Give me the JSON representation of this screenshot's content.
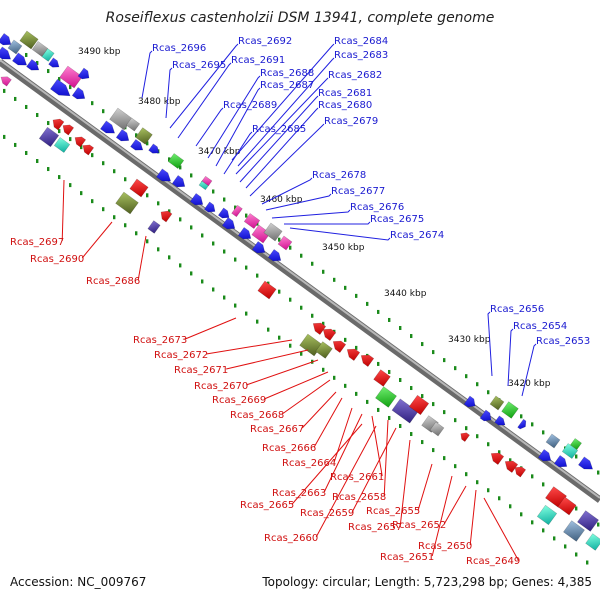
{
  "title": "Roseiflexus castenholzii DSM 13941, complete genome",
  "footer": {
    "accession": "Accession: NC_009767",
    "summary": "Topology: circular; Length: 5,723,298 bp; Genes: 4,385"
  },
  "scale_labels": [
    "3490 kbp",
    "3480 kbp",
    "3470 kbp",
    "3460 kbp",
    "3450 kbp",
    "3440 kbp",
    "3430 kbp",
    "3420 kbp"
  ],
  "blue_labels": [
    "Rcas_2696",
    "Rcas_2692",
    "Rcas_2684",
    "Rcas_2683",
    "Rcas_2695",
    "Rcas_2691",
    "Rcas_2688",
    "Rcas_2682",
    "Rcas_2687",
    "Rcas_2681",
    "Rcas_2689",
    "Rcas_2680",
    "Rcas_2679",
    "Rcas_2685",
    "Rcas_2678",
    "Rcas_2677",
    "Rcas_2676",
    "Rcas_2675",
    "Rcas_2674",
    "Rcas_2656",
    "Rcas_2654",
    "Rcas_2653"
  ],
  "red_labels": [
    "Rcas_2697",
    "Rcas_2690",
    "Rcas_2686",
    "Rcas_2673",
    "Rcas_2672",
    "Rcas_2671",
    "Rcas_2670",
    "Rcas_2669",
    "Rcas_2668",
    "Rcas_2667",
    "Rcas_2666",
    "Rcas_2664",
    "Rcas_2661",
    "Rcas_2663",
    "Rcas_2665",
    "Rcas_2658",
    "Rcas_2659",
    "Rcas_2655",
    "Rcas_2657",
    "Rcas_2652",
    "Rcas_2660",
    "Rcas_2650",
    "Rcas_2651",
    "Rcas_2649"
  ],
  "colors": {
    "backbone": "#8a8a8a",
    "forward_cds": "#0a0ae6",
    "reverse_cds": "#ee1111",
    "tick": "#1a8a1a"
  }
}
